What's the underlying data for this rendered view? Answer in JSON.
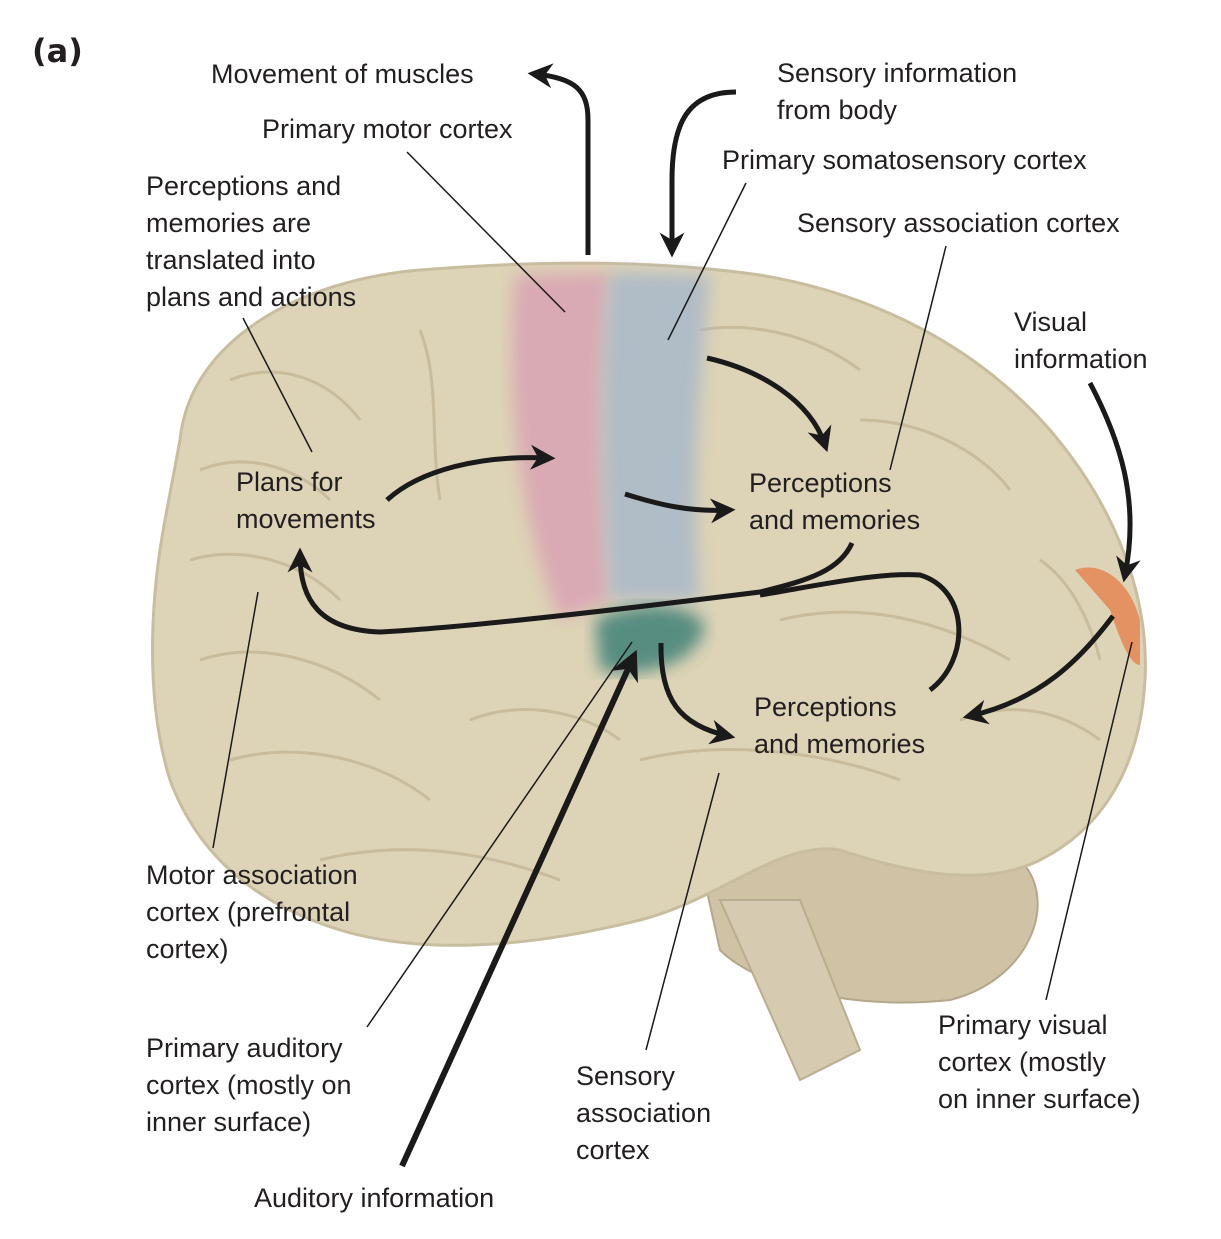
{
  "figure": {
    "panel_label": "(a)",
    "colors": {
      "brain": "#ddd3b6",
      "brain_shadow": "#c4b999",
      "motor_cortex": "#d9a3b4",
      "somatosensory_cortex": "#a9b8c9",
      "auditory_cortex": "#3f8178",
      "visual_cortex": "#e58b5a",
      "arrows": "#1a1a1a",
      "text": "#231f20"
    },
    "labels": {
      "movement_of_muscles": "Movement of muscles",
      "primary_motor_cortex": "Primary motor cortex",
      "perceptions_translated": "Perceptions and\nmemories are\ntranslated into\nplans and actions",
      "sensory_info_body": "Sensory information\nfrom body",
      "primary_somatosensory": "Primary somatosensory cortex",
      "sensory_assoc_top": "Sensory association cortex",
      "visual_information": "Visual\ninformation",
      "plans_for_movements": "Plans for\nmovements",
      "perceptions_upper": "Perceptions\nand memories",
      "perceptions_lower": "Perceptions\nand memories",
      "motor_assoc": "Motor association\ncortex (prefrontal\ncortex)",
      "primary_auditory": "Primary auditory\ncortex (mostly on\ninner surface)",
      "sensory_assoc_bottom": "Sensory\nassociation\ncortex",
      "primary_visual": "Primary visual\ncortex (mostly\non inner surface)",
      "auditory_information": "Auditory information"
    }
  }
}
